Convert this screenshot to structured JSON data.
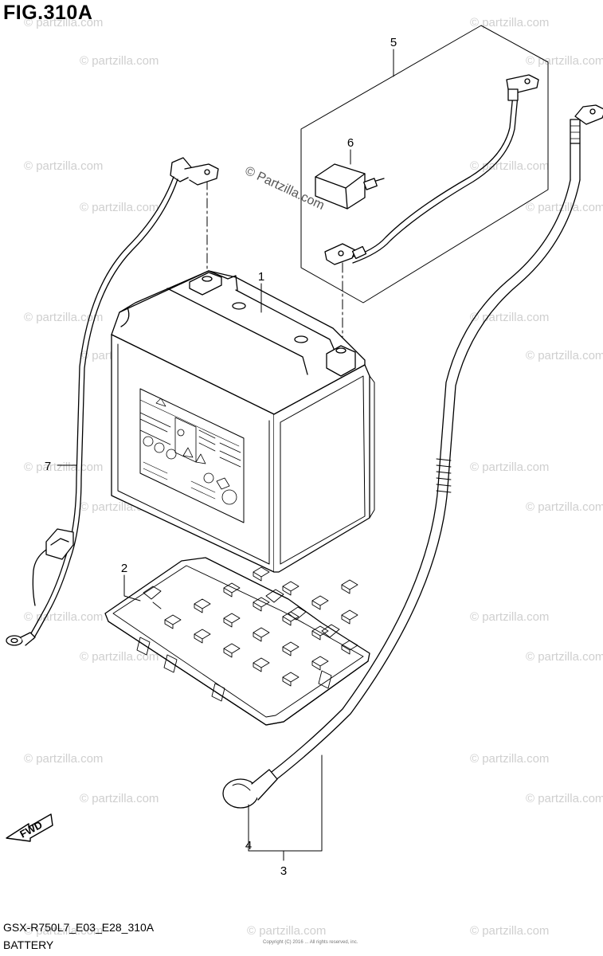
{
  "figure": {
    "title": "FIG.310A",
    "code": "GSX-R750L7_E03_E28_310A",
    "section": "BATTERY",
    "copyright_main": "© Partzilla.com",
    "watermark_text": "© partzilla.com",
    "copyright_small": "Copyright (C) 2016 ... All rights reserved, inc."
  },
  "callouts": [
    {
      "number": "1"
    },
    {
      "number": "2"
    },
    {
      "number": "3"
    },
    {
      "number": "4"
    },
    {
      "number": "5"
    },
    {
      "number": "6"
    },
    {
      "number": "7"
    }
  ],
  "fwd_badge": {
    "label": "FWD"
  },
  "colors": {
    "line": "#000000",
    "watermark": "#cfcfcf",
    "background": "#ffffff"
  }
}
